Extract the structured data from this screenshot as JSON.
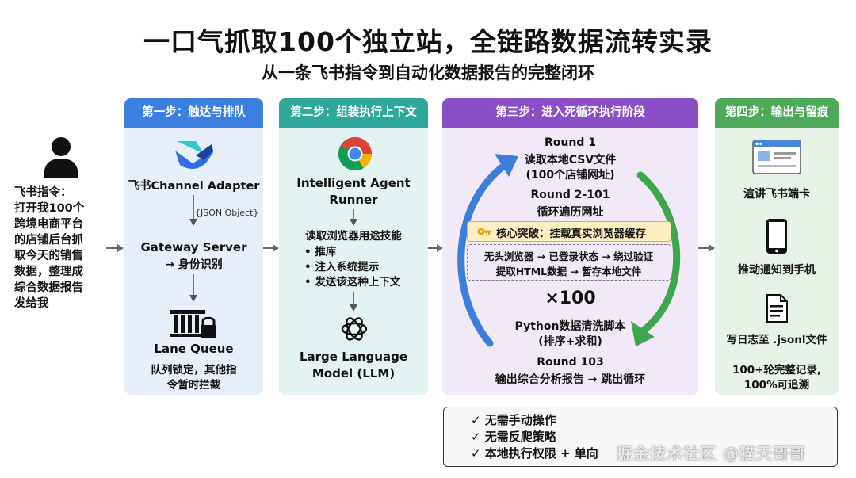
{
  "header": {
    "title": "一口气抓取100个独立站，全链路数据流转实录",
    "subtitle": "从一条飞书指令到自动化数据报告的完整闭环"
  },
  "user": {
    "label": "飞书指令：",
    "lines": [
      "打开我100个",
      "跨境电商平台",
      "的店铺后台抓",
      "取今天的销售",
      "数据，整理成",
      "综合数据报告",
      "发给我"
    ]
  },
  "step1": {
    "header": "第一步：触达与排队",
    "adapter": "飞书Channel Adapter",
    "json_label": "{JSON Object}",
    "gateway": "Gateway Server",
    "gateway_sub": "→ 身份识别",
    "queue": "Lane Queue",
    "queue_desc_1": "队列锁定，其他指",
    "queue_desc_2": "令暂时拦截"
  },
  "step2": {
    "header": "第二步：组装执行上下文",
    "runner_1": "Intelligent Agent",
    "runner_2": "Runner",
    "skill_title": "读取浏览器用途技能",
    "bullets": [
      "• 推库",
      "• 注入系统提示",
      "• 发送该这种上下文"
    ],
    "llm_1": "Large Language",
    "llm_2": "Model (LLM)"
  },
  "step3": {
    "header": "第三步：进入死循环执行阶段",
    "round1_title": "Round 1",
    "round1_l1": "读取本地CSV文件",
    "round1_l2": "(100个店铺网址)",
    "round2_title": "Round 2-101",
    "round2_l1": "循环遍历网址",
    "breakthrough": "核心突破：挂载真实浏览器缓存",
    "detail_l1": "无头浏览器 → 已登录状态 → 绕过验证",
    "detail_l2": "提取HTML数据 → 暂存本地文件",
    "multiplier": "×100",
    "python_l1": "Python数据清洗脚本",
    "python_l2": "(排序+求和)",
    "round103_title": "Round 103",
    "round103_l1": "输出综合分析报告 → 跳出循环"
  },
  "step4": {
    "header": "第四步：输出与留痕",
    "card": "渲讲飞书端卡",
    "push": "推动通知到手机",
    "log": "写日志至 .jsonl文件",
    "record_1": "100+轮完整记录,",
    "record_2": "100%可追溯"
  },
  "footer": {
    "items": [
      "✓ 无需手动操作",
      "✓ 无需反爬策略",
      "✓ 本地执行权限 + 单向"
    ],
    "watermark": "掘金技术社区 @猫天哥哥"
  },
  "colors": {
    "step1": "#3b7fe0",
    "step2": "#2fa79b",
    "step3": "#8a4fc7",
    "step4": "#4eaa5a",
    "loop_blue": "#3d7ed8",
    "loop_green": "#3fa650",
    "highlight": "#fbeec1"
  },
  "icons": [
    "user-icon",
    "feishu-logo-icon",
    "queue-lock-icon",
    "chrome-icon",
    "openai-icon",
    "key-icon",
    "browser-card-icon",
    "phone-icon",
    "document-icon"
  ]
}
